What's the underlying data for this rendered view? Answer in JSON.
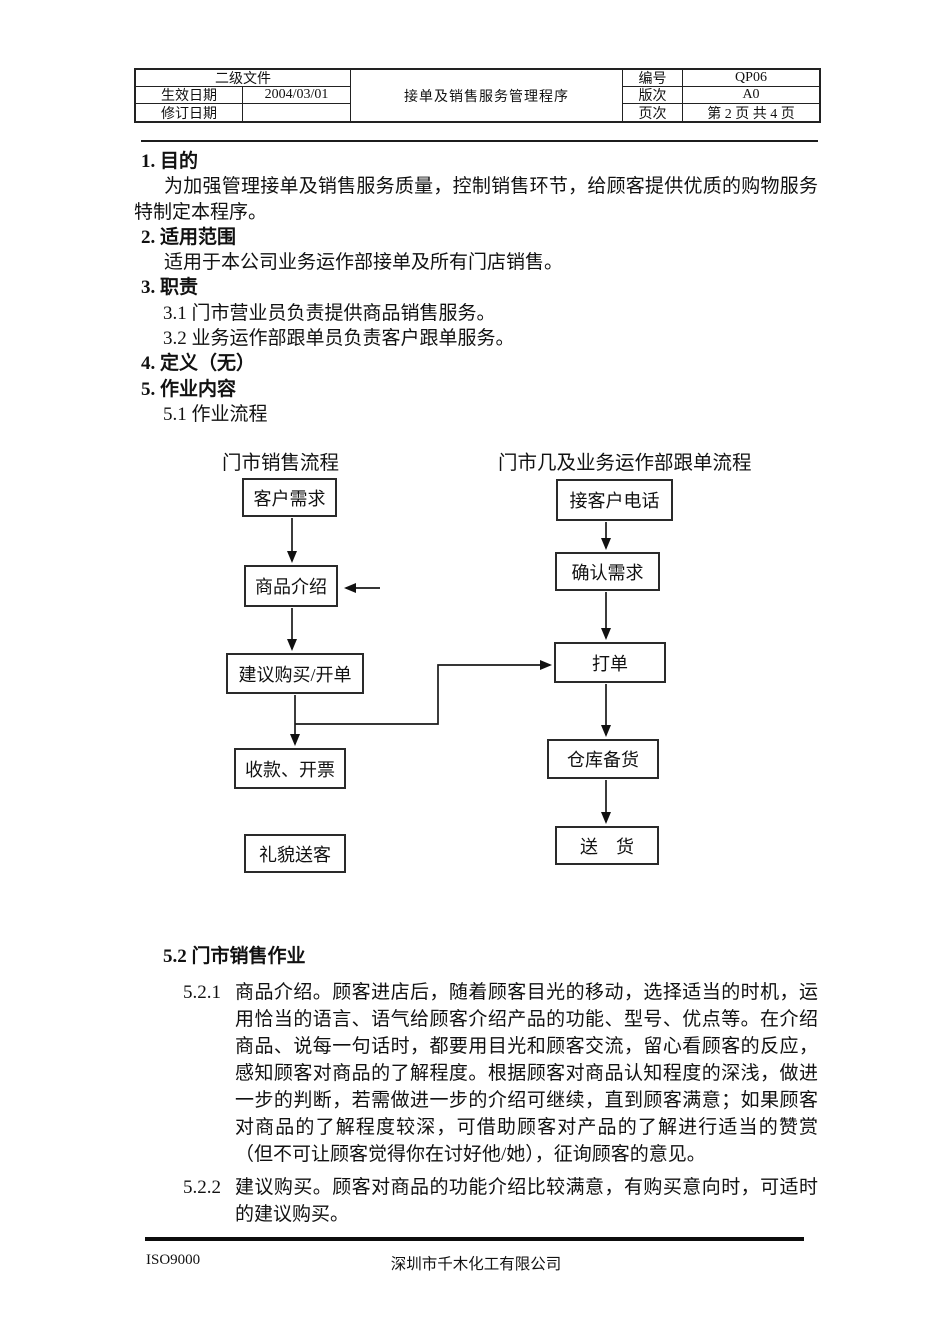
{
  "header": {
    "doc_level": "二级文件",
    "title": "接单及销售服务管理程序",
    "left_rows": [
      {
        "label": "生效日期",
        "value": "2004/03/01"
      },
      {
        "label": "修订日期",
        "value": ""
      }
    ],
    "right_rows": [
      {
        "label": "编号",
        "value": "QP06"
      },
      {
        "label": "版次",
        "value": "A0"
      },
      {
        "label": "页次",
        "value": "第 2 页 共 4 页"
      }
    ]
  },
  "sections": {
    "s1": {
      "h": "1. 目的",
      "p": "为加强管理接单及销售服务质量，控制销售环节，给顾客提供优质的购物服务特制定本程序。"
    },
    "s2": {
      "h": "2. 适用范围",
      "p": "适用于本公司业务运作部接单及所有门店销售。"
    },
    "s3": {
      "h": "3. 职责",
      "i1": "3.1 门市营业员负责提供商品销售服务。",
      "i2": "3.2 业务运作部跟单员负责客户跟单服务。"
    },
    "s4": {
      "h": "4. 定义（无）"
    },
    "s5": {
      "h": "5. 作业内容",
      "i1": "5.1 作业流程"
    }
  },
  "flowchart": {
    "left": {
      "title": "门市销售流程",
      "steps": [
        "客户需求",
        "商品介绍",
        "建议购买/开单",
        "收款、开票",
        "礼貌送客"
      ]
    },
    "right": {
      "title": "门市几及业务运作部跟单流程",
      "steps": [
        "接客户电话",
        "确认需求",
        "打单",
        "仓库备货",
        "送　货"
      ]
    }
  },
  "sales": {
    "heading": "5.2 门市销售作业",
    "items": [
      {
        "num": "5.2.1",
        "text": "商品介绍。顾客进店后，随着顾客目光的移动，选择适当的时机，运用恰当的语言、语气给顾客介绍产品的功能、型号、优点等。在介绍商品、说每一句话时，都要用目光和顾客交流，留心看顾客的反应，感知顾客对商品的了解程度。根据顾客对商品认知程度的深浅，做进一步的判断，若需做进一步的介绍可继续，直到顾客满意；如果顾客对商品的了解程度较深，可借助顾客对产品的了解进行适当的赞赏（但不可让顾客觉得你在讨好他/她），征询顾客的意见。"
      },
      {
        "num": "5.2.2",
        "text": "建议购买。顾客对商品的功能介绍比较满意，有购买意向时，可适时的建议购买。"
      }
    ]
  },
  "footer": {
    "left": "ISO9000",
    "center": "深圳市千木化工有限公司"
  }
}
